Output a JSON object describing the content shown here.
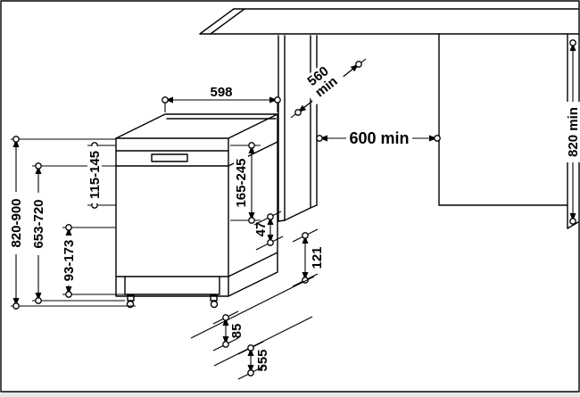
{
  "diagram": {
    "background_color": "#ffffff",
    "line_color": "#000000",
    "labels": {
      "appliance_width": "598",
      "niche_depth_value": "560",
      "niche_depth_unit": "min",
      "niche_width": "600 min",
      "niche_height": "820 min",
      "overall_height": "820-900",
      "furniture_door_height": "653-720",
      "plinth_height": "93-173",
      "top_adjust": "115-145",
      "side_adjust": "165-245",
      "gap_small": "47",
      "door_offset": "121",
      "rear_offset": "85",
      "appliance_depth": "555"
    }
  }
}
